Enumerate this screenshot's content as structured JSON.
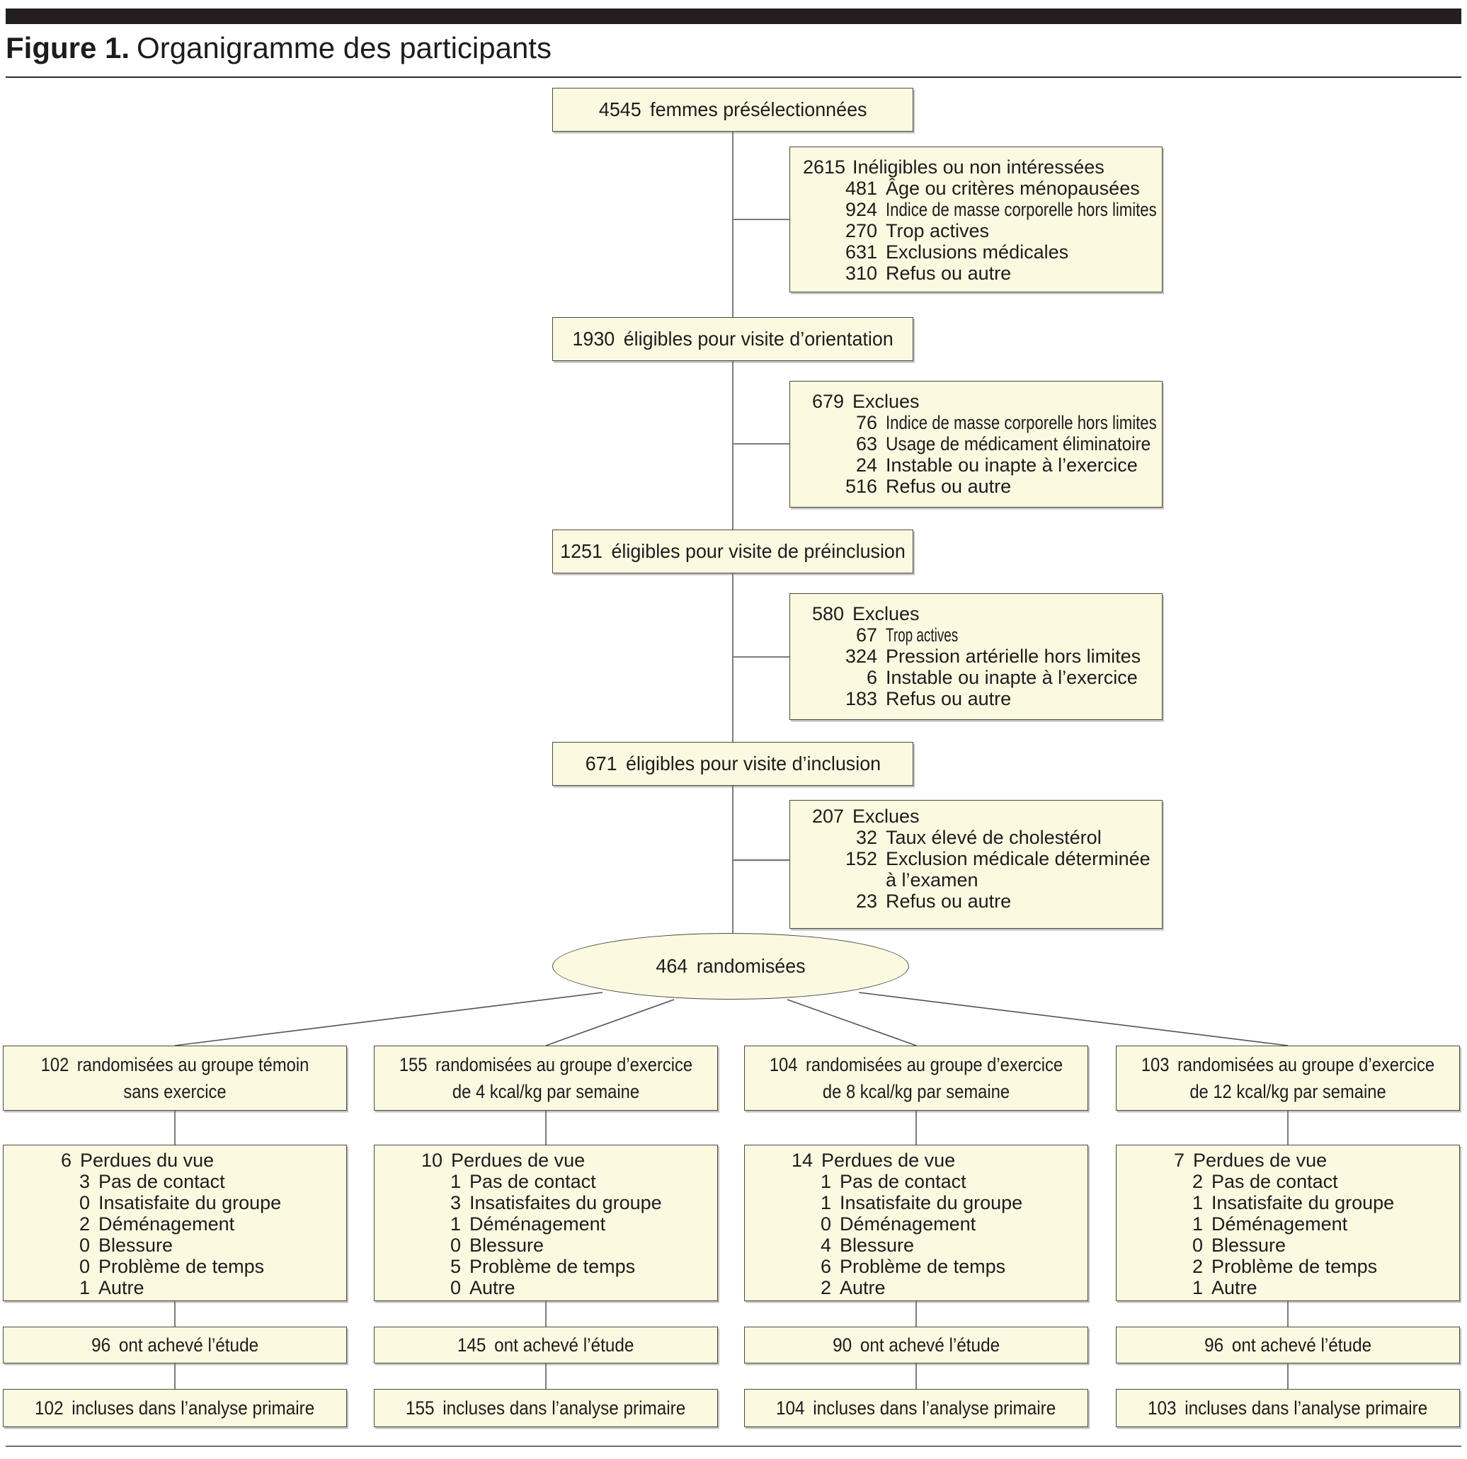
{
  "figure": {
    "label": "Figure 1.",
    "title": "Organigramme des participants"
  },
  "colors": {
    "box_fill": "#fcf9e1",
    "box_border": "#4c4a42",
    "line_color": "#7d7d78",
    "diag_color": "#55534e",
    "bar": "#231f20"
  },
  "spine": [
    {
      "count": "4545",
      "label": "femmes présélectionnées"
    },
    {
      "count": "1930",
      "label": "éligibles pour visite d’orientation"
    },
    {
      "count": "1251",
      "label": "éligibles pour visite de préinclusion"
    },
    {
      "count": "671",
      "label": "éligibles pour visite d’inclusion"
    },
    {
      "count": "464",
      "label": "randomisées"
    }
  ],
  "exclusions": [
    {
      "count": "2615",
      "label": "Inéligibles ou non intéressées",
      "items": [
        {
          "count": "481",
          "label": "Âge ou critères ménopausées"
        },
        {
          "count": "924",
          "label": "Indice de masse corporelle hors limites"
        },
        {
          "count": "270",
          "label": "Trop actives"
        },
        {
          "count": "631",
          "label": "Exclusions médicales"
        },
        {
          "count": "310",
          "label": "Refus ou autre"
        }
      ]
    },
    {
      "count": "679",
      "label": "Exclues",
      "items": [
        {
          "count": "76",
          "label": "Indice de masse corporelle hors limites"
        },
        {
          "count": "63",
          "label": "Usage de médicament éliminatoire"
        },
        {
          "count": "24",
          "label": "Instable ou inapte à l’exercice"
        },
        {
          "count": "516",
          "label": "Refus ou autre"
        }
      ]
    },
    {
      "count": "580",
      "label": "Exclues",
      "items": [
        {
          "count": "67",
          "label": "Trop actives"
        },
        {
          "count": "324",
          "label": "Pression artérielle hors limites"
        },
        {
          "count": "6",
          "label": "Instable ou inapte à l’exercice"
        },
        {
          "count": "183",
          "label": "Refus ou autre"
        }
      ]
    },
    {
      "count": "207",
      "label": "Exclues",
      "items": [
        {
          "count": "32",
          "label": "Taux élevé de cholestérol"
        },
        {
          "count": "152",
          "label": "Exclusion médicale déterminée à l’examen"
        },
        {
          "count": "23",
          "label": "Refus ou autre"
        }
      ]
    }
  ],
  "arms": [
    {
      "count": "102",
      "header_line1": "randomisées au groupe témoin",
      "header_line2": "sans exercice",
      "lost": {
        "count": "6",
        "label": "Perdues du vue",
        "items": [
          {
            "count": "3",
            "label": "Pas de contact"
          },
          {
            "count": "0",
            "label": "Insatisfaite du groupe"
          },
          {
            "count": "2",
            "label": "Déménagement"
          },
          {
            "count": "0",
            "label": "Blessure"
          },
          {
            "count": "0",
            "label": "Problème de temps"
          },
          {
            "count": "1",
            "label": "Autre"
          }
        ]
      },
      "completed": {
        "count": "96",
        "label": "ont achevé l’étude"
      },
      "analyzed": {
        "count": "102",
        "label": "incluses dans l’analyse primaire"
      }
    },
    {
      "count": "155",
      "header_line1": "randomisées au groupe d’exercice",
      "header_line2": "de 4 kcal/kg par semaine",
      "lost": {
        "count": "10",
        "label": "Perdues de vue",
        "items": [
          {
            "count": "1",
            "label": "Pas de contact"
          },
          {
            "count": "3",
            "label": "Insatisfaites du groupe"
          },
          {
            "count": "1",
            "label": "Déménagement"
          },
          {
            "count": "0",
            "label": "Blessure"
          },
          {
            "count": "5",
            "label": "Problème de temps"
          },
          {
            "count": "0",
            "label": "Autre"
          }
        ]
      },
      "completed": {
        "count": "145",
        "label": "ont achevé l’étude"
      },
      "analyzed": {
        "count": "155",
        "label": "incluses dans l’analyse primaire"
      }
    },
    {
      "count": "104",
      "header_line1": "randomisées au groupe d’exercice",
      "header_line2": "de 8 kcal/kg par semaine",
      "lost": {
        "count": "14",
        "label": "Perdues de vue",
        "items": [
          {
            "count": "1",
            "label": "Pas de contact"
          },
          {
            "count": "1",
            "label": "Insatisfaite du groupe"
          },
          {
            "count": "0",
            "label": "Déménagement"
          },
          {
            "count": "4",
            "label": "Blessure"
          },
          {
            "count": "6",
            "label": "Problème de temps"
          },
          {
            "count": "2",
            "label": "Autre"
          }
        ]
      },
      "completed": {
        "count": "90",
        "label": "ont achevé l’étude"
      },
      "analyzed": {
        "count": "104",
        "label": "incluses dans l’analyse primaire"
      }
    },
    {
      "count": "103",
      "header_line1": "randomisées au groupe d’exercice",
      "header_line2": "de 12 kcal/kg par semaine",
      "lost": {
        "count": "7",
        "label": "Perdues de vue",
        "items": [
          {
            "count": "2",
            "label": "Pas de contact"
          },
          {
            "count": "1",
            "label": "Insatisfaite du groupe"
          },
          {
            "count": "1",
            "label": "Déménagement"
          },
          {
            "count": "0",
            "label": "Blessure"
          },
          {
            "count": "2",
            "label": "Problème de temps"
          },
          {
            "count": "1",
            "label": "Autre"
          }
        ]
      },
      "completed": {
        "count": "96",
        "label": "ont achevé l’étude"
      },
      "analyzed": {
        "count": "103",
        "label": "incluses dans l’analyse primaire"
      }
    }
  ]
}
